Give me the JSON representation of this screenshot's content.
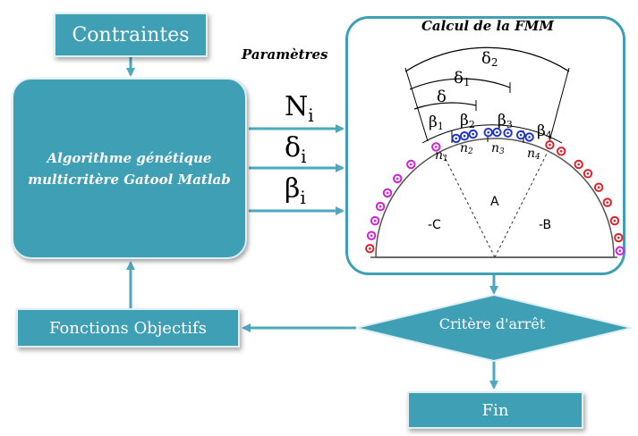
{
  "boxes": {
    "contraintes": "Contraintes",
    "algorithme": "Algorithme génétique multicritère Gatool Matlab",
    "fonctions_objectifs": "Fonctions Objectifs",
    "critere_arret": "Critère d'arrêt",
    "fin": "Fin"
  },
  "parametres_label": "Paramètres",
  "params": [
    {
      "symbol": "N",
      "sub": "i"
    },
    {
      "symbol": "δ",
      "sub": "i"
    },
    {
      "symbol": "β",
      "sub": "i"
    }
  ],
  "fmm": {
    "title": "Calcul de la FMM",
    "deltas": [
      {
        "symbol": "δ",
        "sub": "2"
      },
      {
        "symbol": "δ",
        "sub": "1"
      },
      {
        "symbol": "δ",
        "sub": ""
      }
    ],
    "betas": [
      {
        "symbol": "β",
        "sub": "1"
      },
      {
        "symbol": "β",
        "sub": "2"
      },
      {
        "symbol": "β",
        "sub": "3"
      },
      {
        "symbol": "β",
        "sub": "4"
      }
    ],
    "ns": [
      {
        "symbol": "n",
        "sub": "1"
      },
      {
        "symbol": "n",
        "sub": "2"
      },
      {
        "symbol": "n",
        "sub": "3"
      },
      {
        "symbol": "n",
        "sub": "4"
      }
    ],
    "zones": [
      "A",
      "-B",
      "-C"
    ]
  },
  "colors": {
    "teal": "#3f9fb4",
    "arrow": "#4ba8bd",
    "coil_red": "#e0202a",
    "coil_blue": "#1f35c8",
    "coil_magenta": "#d21fd8"
  }
}
